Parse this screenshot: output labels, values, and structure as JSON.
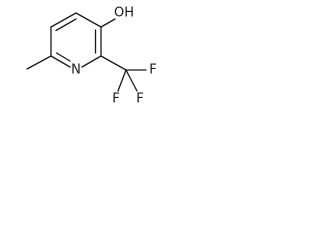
{
  "molecule": {
    "atoms": {
      "hydroxyl": "OH",
      "ring_nitrogen": "N",
      "fluorine_1": "F",
      "fluorine_2": "F",
      "fluorine_3": "F"
    }
  }
}
